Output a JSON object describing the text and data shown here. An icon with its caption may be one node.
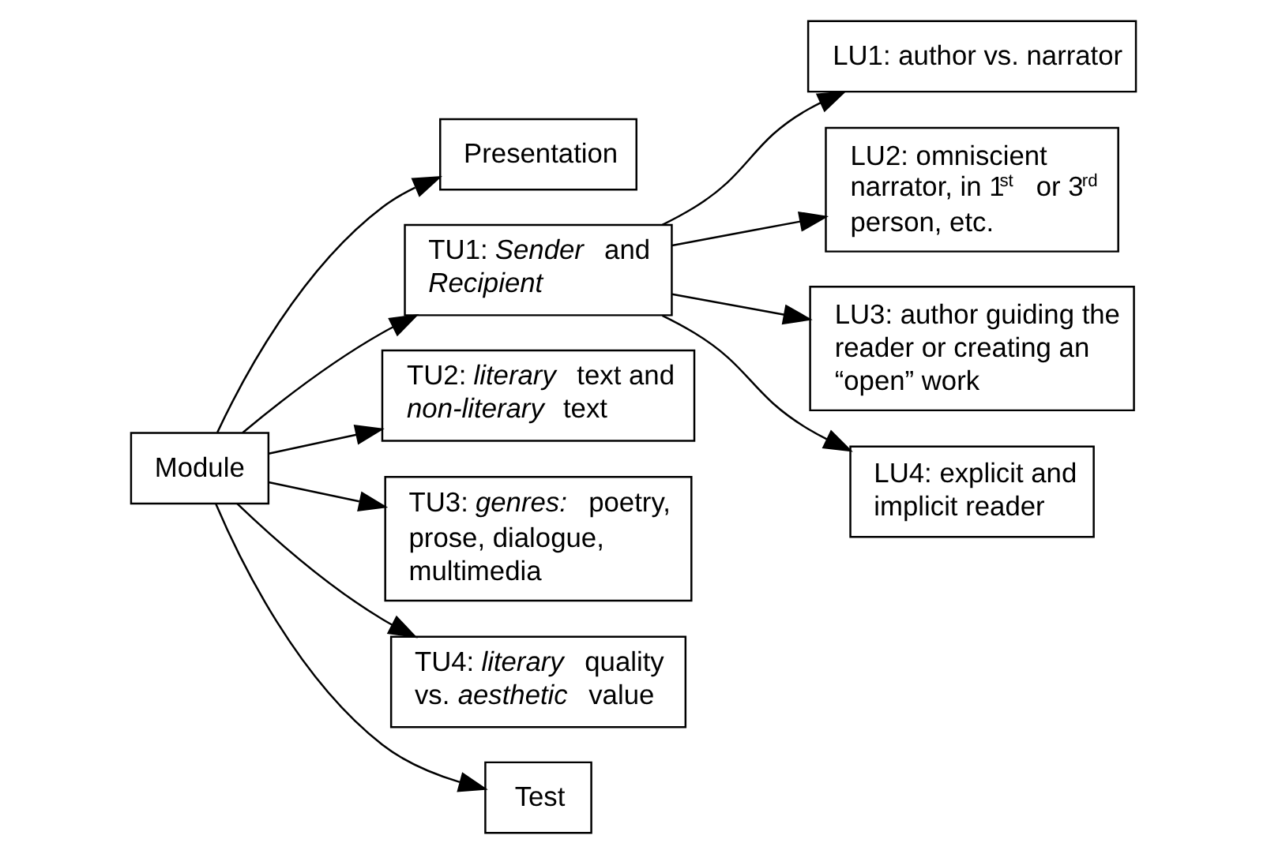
{
  "diagram": {
    "nodes": [
      {
        "text": [
          "Module"
        ]
      },
      {
        "text": [
          "Presentation"
        ]
      },
      {
        "text": [
          "TU1: *Sender* and *Recipient*"
        ]
      },
      {
        "text": [
          "TU2: *literary* text and *non-literary* text"
        ]
      },
      {
        "text": [
          "TU3: *genres:* poetry, prose, dialogue, multimedia"
        ]
      },
      {
        "text": [
          "TU4: *literary* quality vs. *aesthetic* value"
        ]
      },
      {
        "text": [
          "Test"
        ]
      },
      {
        "text": [
          "LU1: author vs. narrator"
        ]
      },
      {
        "text": [
          "LU2: omniscient narrator, in 1$^{st}$ or 3$^{rd}$ person, etc."
        ]
      },
      {
        "text": [
          "LU3: author guiding the reader or creating an “open” work"
        ]
      },
      {
        "text": [
          "LU4: explicit and implicit reader"
        ]
      }
    ],
    "edges": [
      {
        "from": 0,
        "to": 1,
        "arrow": "to"
      },
      {
        "from": 0,
        "to": 2,
        "arrow": "to"
      },
      {
        "from": 0,
        "to": 3,
        "arrow": "to"
      },
      {
        "from": 0,
        "to": 4,
        "arrow": "to"
      },
      {
        "from": 0,
        "to": 5,
        "arrow": "to"
      },
      {
        "from": 0,
        "to": 6,
        "arrow": "to"
      },
      {
        "from": 2,
        "to": 7,
        "arrow": "to"
      },
      {
        "from": 2,
        "to": 8,
        "arrow": "to"
      },
      {
        "from": 2,
        "to": 9,
        "arrow": "to"
      },
      {
        "from": 2,
        "to": 10,
        "arrow": "to"
      }
    ]
  }
}
